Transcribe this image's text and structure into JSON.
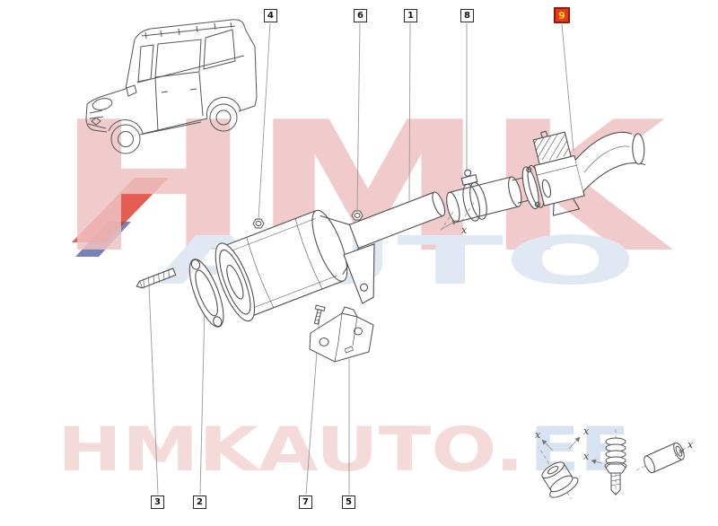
{
  "diagram": {
    "title": "exhaust-system-parts-diagram",
    "vehicle_thumbnail": "van-line-drawing"
  },
  "colors": {
    "line": "#4f4f4f",
    "leader": "#999999",
    "callout_bg": "#ffffff",
    "callout_border": "#2b2b2b",
    "callout_text": "#111111",
    "highlight_bg": "#e8391f",
    "highlight_border": "#8f1a0a",
    "highlight_text": "#ffe11a",
    "watermark_pink": "#efc2c2",
    "watermark_blue": "#d8e3f1",
    "watermark_red": "#dd3327",
    "watermark_navy": "#2e3f8f"
  },
  "watermark": {
    "brand_top": "HMK",
    "brand_mid": "AUTO",
    "brand_bottom_main": "HMKAUTO.",
    "brand_bottom_suffix": "EE"
  },
  "callouts": {
    "c1": {
      "label": "1",
      "highlighted": false
    },
    "c2": {
      "label": "2",
      "highlighted": false
    },
    "c3": {
      "label": "3",
      "highlighted": false
    },
    "c4": {
      "label": "4",
      "highlighted": false
    },
    "c5": {
      "label": "5",
      "highlighted": false
    },
    "c6": {
      "label": "6",
      "highlighted": false
    },
    "c7": {
      "label": "7",
      "highlighted": false
    },
    "c8": {
      "label": "8",
      "highlighted": false
    },
    "c9": {
      "label": "9",
      "highlighted": true
    }
  },
  "dimension": {
    "label": "x"
  }
}
